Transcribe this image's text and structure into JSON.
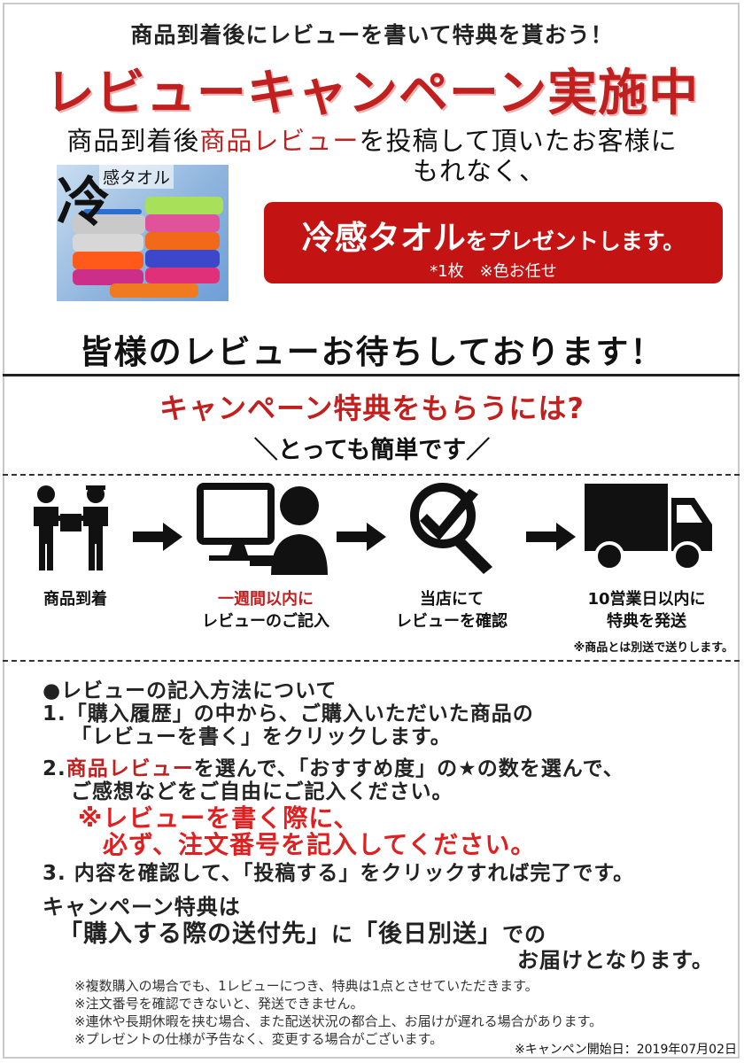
{
  "header": {
    "lead": "商品到着後にレビューを書いて特典を貰おう！",
    "headline": "レビューキャンペーン実施中",
    "desc_prefix": "商品到着後",
    "desc_highlight": "商品レビュー",
    "desc_suffix": "を投稿して頂いたお客様に",
    "desc_line2": "もれなく、"
  },
  "towel": {
    "kanji": "冷",
    "label": "感タオル"
  },
  "present": {
    "big": "冷感タオル",
    "small": "をプレゼントします。",
    "note": "*1枚　※色お任せ"
  },
  "waiting": "皆様のレビューお待ちしております！",
  "how": {
    "title": "キャンペーン特典をもらうには?",
    "easy": "＼とっても簡単です／"
  },
  "steps": [
    {
      "line1": "商品到着",
      "line2": ""
    },
    {
      "line1": "一週間以内に",
      "line2": "レビューのご記入"
    },
    {
      "line1": "当店にて",
      "line2": "レビューを確認"
    },
    {
      "line1": "10営業日以内に",
      "line2": "特典を発送"
    }
  ],
  "courier_note": "※商品とは別送で送りします。",
  "instructions": {
    "heading": "●レビューの記入方法について",
    "step1_a": "1.「購入履歴」の中から、ご購入いただいた商品の",
    "step1_b": "「レビューを書く」をクリックします。",
    "step2_num": "2.",
    "step2_highlight": "商品レビュー",
    "step2_a": "を選んで、「おすすめ度」の★の数を選んで、",
    "step2_b": "ご感想などをご自由にご記入ください。",
    "warn_a": "※レビューを書く際に、",
    "warn_b": "必ず、注文番号を記入してください。",
    "step3": "3. 内容を確認して、「投稿する」をクリックすれば完了です。"
  },
  "benefit": {
    "line1": "キャンペーン特典は",
    "part_a": "「購入する際の送付先」",
    "part_b": "に",
    "part_c": "「後日別送」",
    "part_d": "での",
    "line3": "お届けとなります。"
  },
  "notes": [
    "※複数購入の場合でも、1レビューにつき、特典は1点とさせていただきます。",
    "※注文番号を確認できないと、発送できません。",
    "※連休や長期休暇を挟む場合、また配送状況の都合上、お届けが遅れる場合があります。",
    "※プレゼントの仕様が予告なく、変更する場合がございます。"
  ],
  "start_date": "※キャンペン開始日：2019年07月02日",
  "colors": {
    "accent_red": "#c21f1f",
    "box_red": "#c41313"
  },
  "icons": [
    "delivery-handover-icon",
    "arrow-right-icon",
    "computer-user-icon",
    "magnifier-check-icon",
    "truck-icon"
  ]
}
